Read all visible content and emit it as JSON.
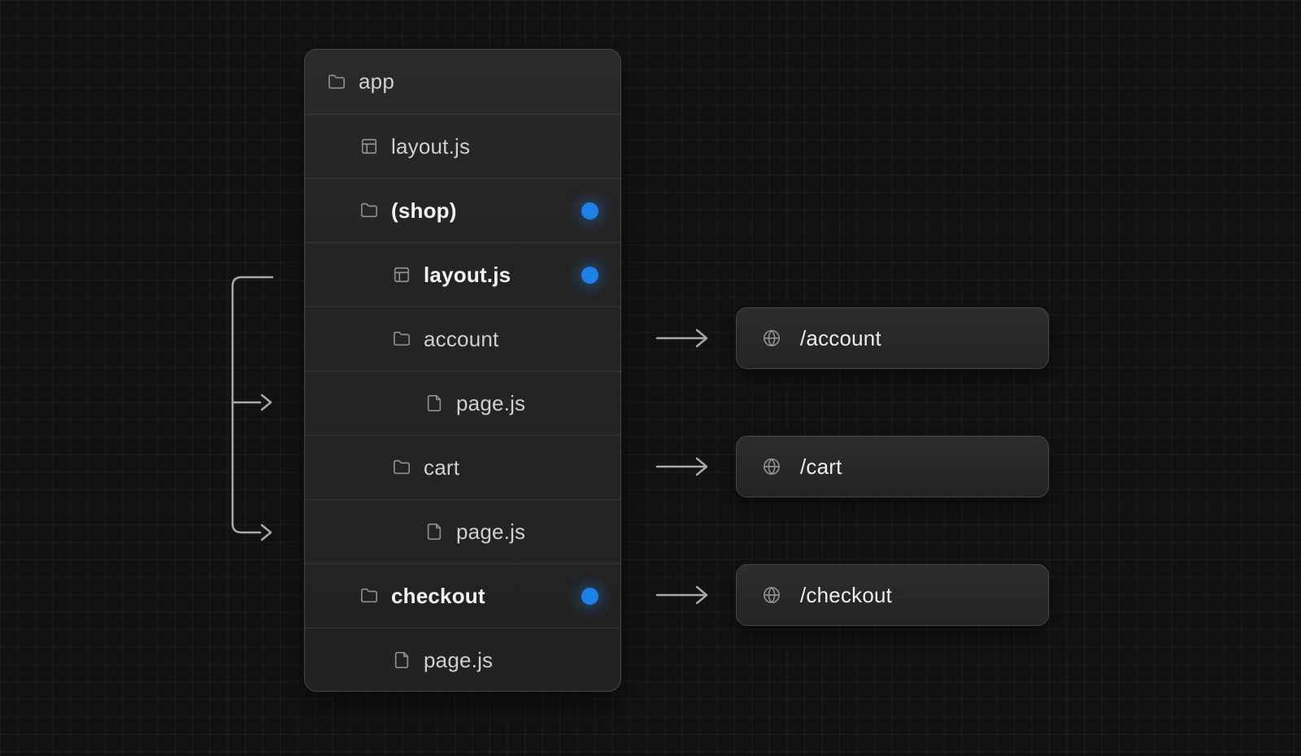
{
  "colors": {
    "background": "#121212",
    "card_background": "#252525",
    "accent_blue": "#1e80e8",
    "arrow_gray": "#a9a9a9",
    "text_regular": "#cfcfcf",
    "text_bold": "#f3f3f3"
  },
  "tree": {
    "rows": [
      {
        "label": "app",
        "icon": "folder-icon",
        "level": 0,
        "bold": false,
        "active_dot": false
      },
      {
        "label": "layout.js",
        "icon": "layout-icon",
        "level": 1,
        "bold": false,
        "active_dot": false
      },
      {
        "label": "(shop)",
        "icon": "folder-icon",
        "level": 1,
        "bold": true,
        "active_dot": true
      },
      {
        "label": "layout.js",
        "icon": "layout-icon",
        "level": 2,
        "bold": true,
        "active_dot": true
      },
      {
        "label": "account",
        "icon": "folder-icon",
        "level": 2,
        "bold": false,
        "active_dot": false
      },
      {
        "label": "page.js",
        "icon": "file-icon",
        "level": 3,
        "bold": false,
        "active_dot": false
      },
      {
        "label": "cart",
        "icon": "folder-icon",
        "level": 2,
        "bold": false,
        "active_dot": false
      },
      {
        "label": "page.js",
        "icon": "file-icon",
        "level": 3,
        "bold": false,
        "active_dot": false
      },
      {
        "label": "checkout",
        "icon": "folder-icon",
        "level": 1,
        "bold": true,
        "active_dot": true
      },
      {
        "label": "page.js",
        "icon": "file-icon",
        "level": 2,
        "bold": false,
        "active_dot": false
      }
    ]
  },
  "routes": [
    {
      "label": "/account",
      "icon": "globe-icon"
    },
    {
      "label": "/cart",
      "icon": "globe-icon"
    },
    {
      "label": "/checkout",
      "icon": "globe-icon"
    }
  ]
}
